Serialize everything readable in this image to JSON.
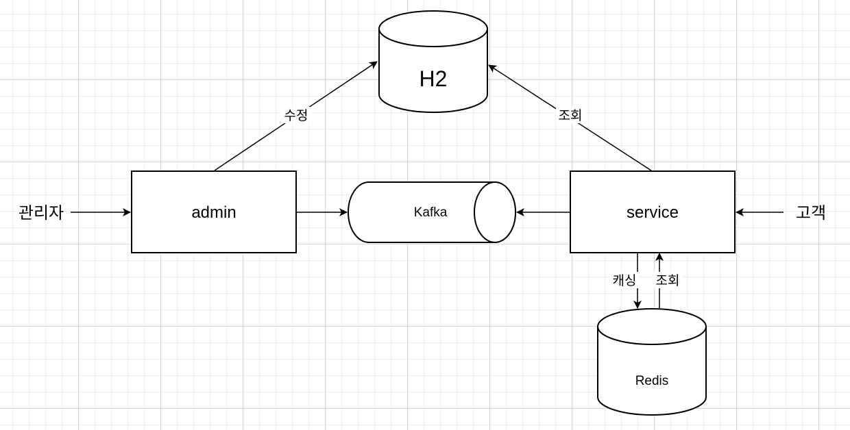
{
  "nodes": {
    "h2": {
      "label": "H2",
      "shape": "cylinder"
    },
    "admin": {
      "label": "admin",
      "shape": "rectangle"
    },
    "kafka": {
      "label": "Kafka",
      "shape": "horizontal-cylinder"
    },
    "service": {
      "label": "service",
      "shape": "rectangle"
    },
    "redis": {
      "label": "Redis",
      "shape": "cylinder"
    }
  },
  "actors": {
    "manager": "관리자",
    "customer": "고객"
  },
  "edges": [
    {
      "from": "manager",
      "to": "admin",
      "label": ""
    },
    {
      "from": "customer",
      "to": "service",
      "label": ""
    },
    {
      "from": "admin",
      "to": "h2",
      "label": "수정"
    },
    {
      "from": "service",
      "to": "h2",
      "label": "조회"
    },
    {
      "from": "admin",
      "to": "kafka",
      "label": ""
    },
    {
      "from": "service",
      "to": "kafka",
      "label": ""
    },
    {
      "from": "service",
      "to": "redis",
      "label": "캐싱"
    },
    {
      "from": "redis",
      "to": "service",
      "label": "조회"
    }
  ],
  "colors": {
    "stroke": "#000000",
    "fill": "#ffffff",
    "grid": "#d9d9d9"
  }
}
